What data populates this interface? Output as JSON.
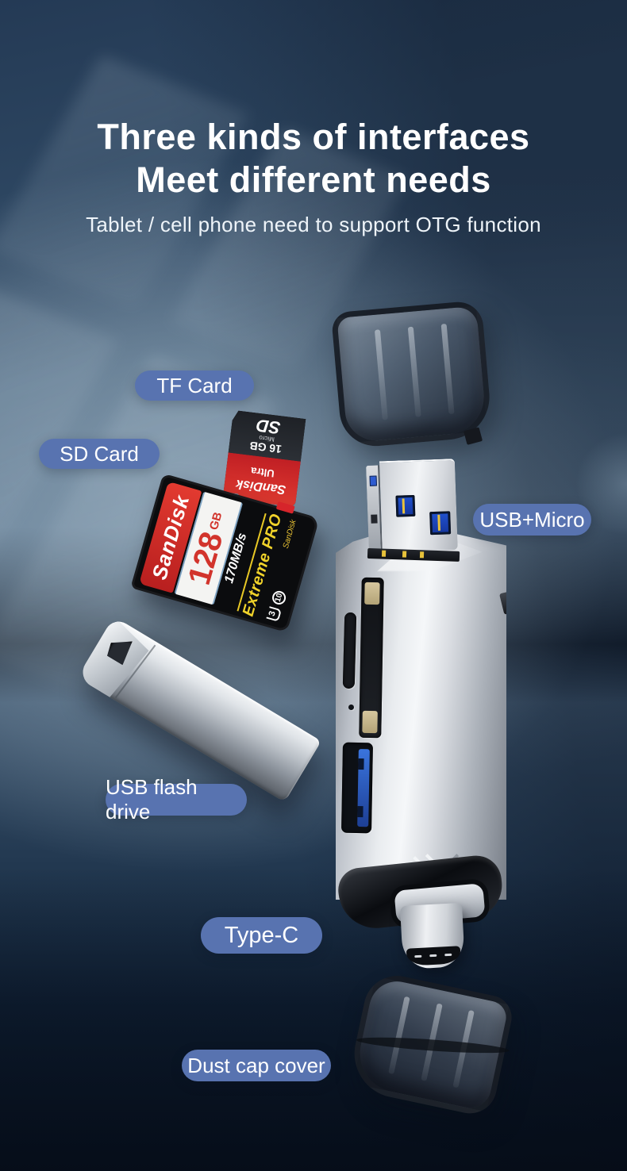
{
  "header": {
    "title_line1": "Three kinds of interfaces",
    "title_line2": "Meet different needs",
    "subtitle": "Tablet / cell phone need to support OTG function"
  },
  "callouts": {
    "tf_card": "TF Card",
    "sd_card": "SD Card",
    "usb_micro": "USB+Micro",
    "usb_flash_drive": "USB flash drive",
    "type_c": "Type-C",
    "dust_cap_cover": "Dust cap cover"
  },
  "sd_card_print": {
    "brand": "SanDisk",
    "capacity": "128",
    "unit": "GB",
    "speed": "170MB/s",
    "series": "Extreme PRO",
    "brand_secondary": "SanDisk",
    "u_class": "3",
    "video_class": "10"
  },
  "micro_sd_print": {
    "brand": "SanDisk",
    "series": "Ultra",
    "capacity": "16 GB",
    "micro_label": "Micro",
    "sd_label": "SD"
  },
  "colors": {
    "callout_pill": "#5873b0",
    "background_top": "#243a55",
    "background_mid": "#7b92a6",
    "background_bottom": "#0b1728",
    "accent_red": "#d6252b",
    "accent_yellow": "#f0d22a"
  }
}
